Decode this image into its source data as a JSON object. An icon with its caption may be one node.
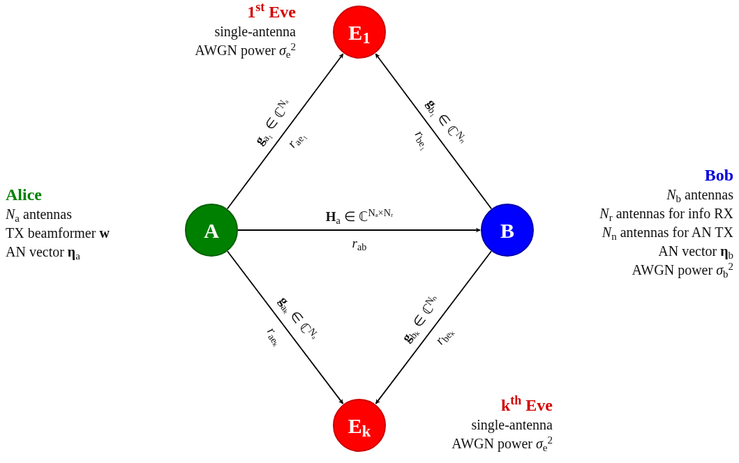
{
  "diagram": {
    "nodes": [
      {
        "text": [
          "E$_{1}$"
        ],
        "beside": [
          "1$^{st}$ Eve",
          "single-antenna",
          "AWGN power *σ*$_{e}$$^{2}$"
        ]
      },
      {
        "text": [
          "A"
        ],
        "beside": [
          "Alice",
          "*N*$_{a}$ antennas",
          "TX beamformer **w**",
          "AN vector **η**$_{a}$"
        ]
      },
      {
        "text": [
          "B"
        ],
        "beside": [
          "Bob",
          "*N*$_{b}$ antennas",
          "*N*$_{r}$ antennas for info RX",
          "*N*$_{n}$ antennas for AN TX",
          "AN vector **η**$_{b}$",
          "AWGN power *σ*$_{b}$$^{2}$"
        ]
      },
      {
        "text": [
          "E$_{k}$"
        ],
        "beside": [
          "k$^{th}$ Eve",
          "single-antenna",
          "AWGN power *σ*$_{e}$$^{2}$"
        ]
      }
    ],
    "edges": [
      {
        "from": 1,
        "to": 0,
        "arrow": "to",
        "label": "**g**$_{a₁}$ ∈ ℂ$^{Nₐ}$"
      },
      {
        "from": 2,
        "to": 0,
        "arrow": "to",
        "label": "**g**$_{b₁}$ ∈ ℂ$^{Nₙ}$"
      },
      {
        "from": 1,
        "to": 2,
        "arrow": "to",
        "label": "**H**$_{a}$ ∈ ℂ$^{Nₐ×Nᵣ}$"
      },
      {
        "from": 1,
        "to": 3,
        "arrow": "to",
        "label": "**g**$_{aₖ}$ ∈ ℂ$^{Nₐ}$"
      },
      {
        "from": 2,
        "to": 3,
        "arrow": "to",
        "label": "**g**$_{bₖ}$ ∈ ℂ$^{Nₙ}$"
      }
    ],
    "labels": [
      "*r*$_{ae₁}$",
      "*r*$_{be₁}$",
      "*r*$_{ab}$",
      "*r*$_{aeₖ}$",
      "*r*$_{beₖ}$"
    ]
  }
}
